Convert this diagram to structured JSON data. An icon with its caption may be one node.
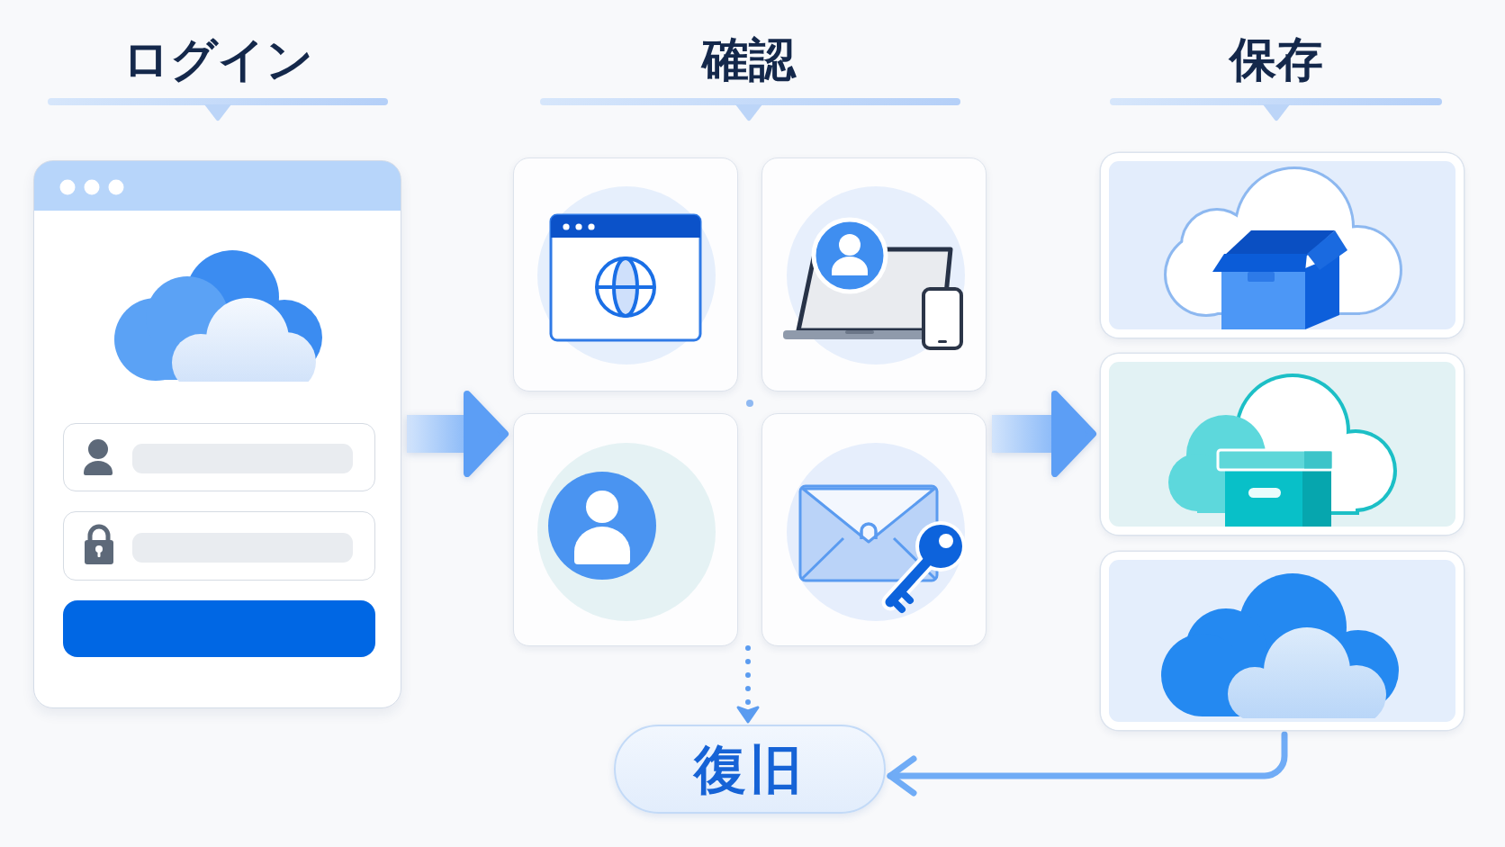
{
  "diagram": {
    "nodes": [
      {
        "text": [],
        "shape": "box"
      },
      {
        "text": [],
        "shape": "box"
      },
      {
        "text": [],
        "shape": "box"
      },
      {
        "text": [],
        "shape": "box"
      },
      {
        "text": [],
        "shape": "box"
      },
      {
        "text": [],
        "shape": "box"
      },
      {
        "text": [],
        "shape": "box"
      },
      {
        "text": [],
        "shape": "box"
      },
      {
        "text": [
          "復旧"
        ]
      }
    ],
    "edges": [
      {
        "from": 0,
        "to": 3,
        "arrow": "to",
        "style": "thick"
      },
      {
        "from": 4,
        "to": 6,
        "arrow": "to",
        "style": "thick"
      },
      {
        "from": 3,
        "to": 8,
        "arrow": "to",
        "style": "dashed"
      },
      {
        "from": 7,
        "to": 8,
        "arrow": "to"
      }
    ],
    "labels": [
      "ログイン",
      "確認",
      "保存"
    ]
  }
}
